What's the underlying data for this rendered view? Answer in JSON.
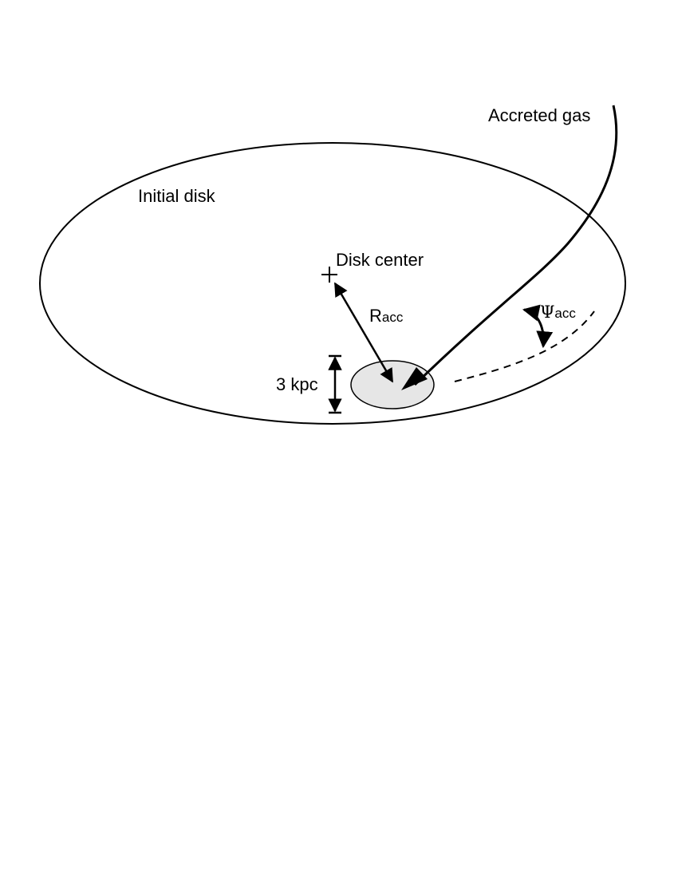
{
  "labels": {
    "accreted_gas": "Accreted gas",
    "initial_disk": "Initial disk",
    "disk_center": "Disk center",
    "r_symbol": "R",
    "r_sub": "acc",
    "psi_symbol": "Ψ",
    "psi_sub": "acc",
    "size_label": "3 kpc"
  },
  "colors": {
    "stroke": "#000000",
    "accretion_region_fill": "#e6e6e6",
    "background": "#ffffff"
  }
}
